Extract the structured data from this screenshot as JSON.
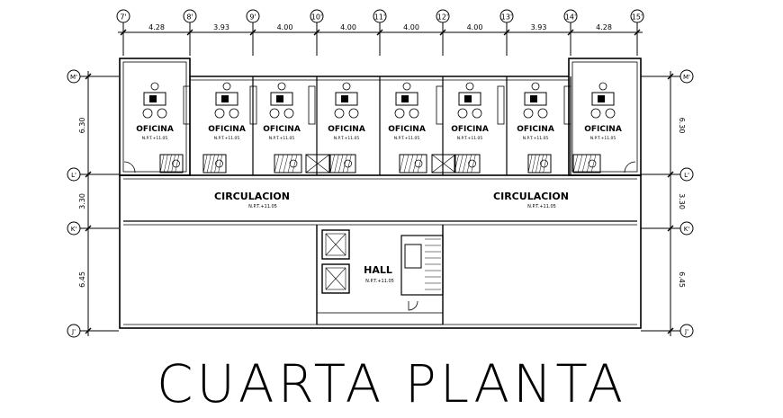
{
  "title": "CUARTA PLANTA",
  "axes_top": [
    {
      "label": "7'"
    },
    {
      "label": "8'"
    },
    {
      "label": "9'"
    },
    {
      "label": "10'"
    },
    {
      "label": "11'"
    },
    {
      "label": "12'"
    },
    {
      "label": "13'"
    },
    {
      "label": "14'"
    },
    {
      "label": "15'"
    }
  ],
  "top_dimensions": [
    "4.28",
    "3.93",
    "4.00",
    "4.00",
    "4.00",
    "4.00",
    "3.93",
    "4.28"
  ],
  "axes_side": [
    {
      "label": "M'"
    },
    {
      "label": "L'"
    },
    {
      "label": "K'"
    },
    {
      "label": "J'"
    }
  ],
  "side_dimensions": [
    "6.30",
    "3.30",
    "6.45"
  ],
  "offices": [
    {
      "label": "OFICINA",
      "level": "N.P.T.+11.05"
    },
    {
      "label": "OFICINA",
      "level": "N.P.T.+11.05"
    },
    {
      "label": "OFICINA",
      "level": "N.P.T.+11.05"
    },
    {
      "label": "OFICINA",
      "level": "N.P.T.+11.05"
    },
    {
      "label": "OFICINA",
      "level": "N.P.T.+11.05"
    },
    {
      "label": "OFICINA",
      "level": "N.P.T.+11.05"
    },
    {
      "label": "OFICINA",
      "level": "N.P.T.+11.05"
    },
    {
      "label": "OFICINA",
      "level": "N.P.T.+11.05"
    }
  ],
  "circulation": [
    {
      "label": "CIRCULACION",
      "level": "N.P.T.+11.05"
    },
    {
      "label": "CIRCULACION",
      "level": "N.P.T.+11.05"
    }
  ],
  "hall": {
    "label": "HALL",
    "level": "N.P.T.+11.05"
  },
  "colors": {
    "ink": "#000000",
    "background": "#ffffff"
  }
}
